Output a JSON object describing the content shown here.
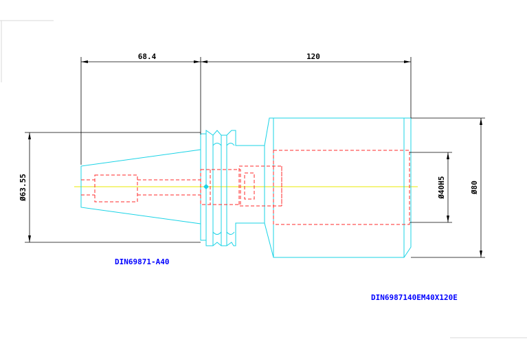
{
  "dimensions": {
    "len_left": "68.4",
    "len_right": "120",
    "dia_flange": "Ø63.55",
    "dia_bore": "Ø40H5",
    "dia_body": "Ø80"
  },
  "labels": {
    "taper_spec": "DIN69871-A40",
    "holder_spec": "DIN6987140EM40X120E"
  },
  "colors": {
    "outline": "#19d3e6",
    "hidden": "#ff2a2a",
    "dimension": "#000000",
    "label": "#0000ff",
    "axis": "#e8e800"
  }
}
